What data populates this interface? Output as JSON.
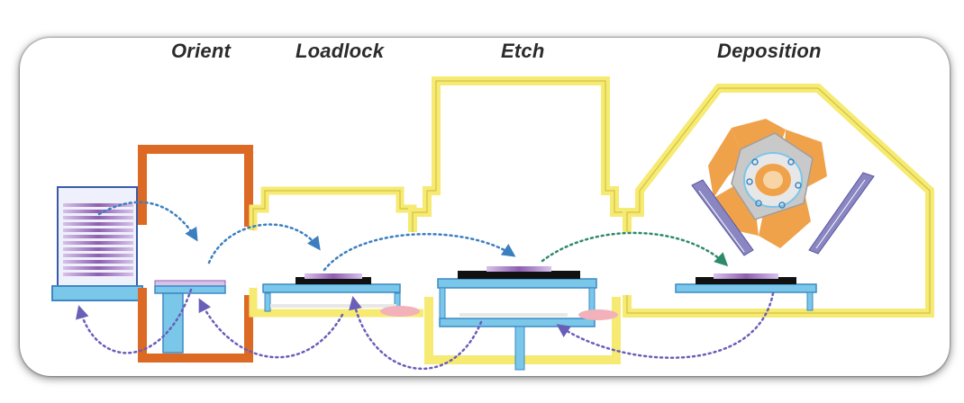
{
  "labels": {
    "orient": "Orient",
    "loadlock": "Loadlock",
    "etch": "Etch",
    "deposition": "Deposition"
  },
  "colors": {
    "chamber_wall": "#f6ea72",
    "chamber_edge": "#c9b93a",
    "orient_wall": "#dd6a24",
    "platform": "#7ac7ea",
    "platform_edge": "#3d88c4",
    "wafer": "#a873c0",
    "wafer_holder": "#111111",
    "arrow_purple": "#6a5fb8",
    "arrow_blue": "#3b7fc0",
    "arrow_teal": "#2f8a6a",
    "magnet": "#f0a24a",
    "target": "#c9c9c9",
    "shield": "#8a86c2"
  }
}
